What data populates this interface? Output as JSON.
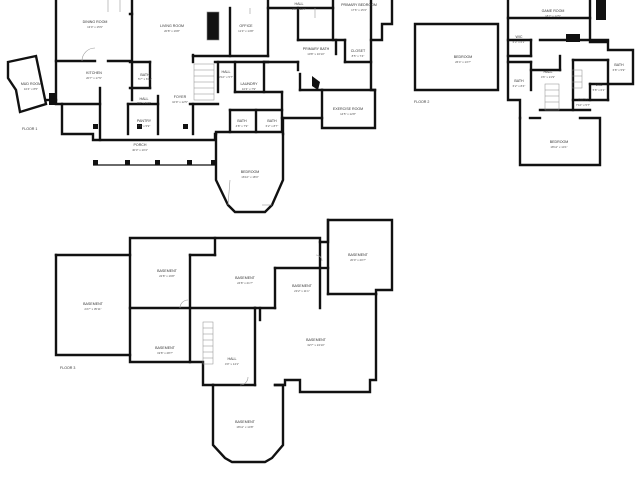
{
  "floor_labels": {
    "floor_1": "FLOOR 1",
    "floor_2": "FLOOR 2",
    "floor_3": "FLOOR 3"
  },
  "rooms": {
    "dining_room": {
      "name": "DINING ROOM",
      "dims": "13'0\" x 15'9\""
    },
    "living_room": {
      "name": "LIVING ROOM",
      "dims": "20'8\" x 19'8\""
    },
    "office": {
      "name": "OFFICE",
      "dims": "11'3\" x 14'8\""
    },
    "hall_f1_top": {
      "name": "HALL",
      "dims": "3'6\" x 12'4\""
    },
    "primary_bedroom": {
      "name": "PRIMARY BEDROOM",
      "dims": "17'6\" x 15'3\""
    },
    "kitchen": {
      "name": "KITCHEN",
      "dims": "20'7\" x 17'9\""
    },
    "bath_f1_a": {
      "name": "BATH",
      "dims": "5'7\" x 6'11\""
    },
    "closet": {
      "name": "CLOSET",
      "dims": "8'5\" x 7'4\""
    },
    "primary_bath": {
      "name": "PRIMARY BATH",
      "dims": "10'8\" x 16'10\""
    },
    "mud_room": {
      "name": "MUD ROOM",
      "dims": "10'4\" x 8'5\""
    },
    "hall_f1_b": {
      "name": "HALL",
      "dims": "3'3\" x 11'6\""
    },
    "foyer": {
      "name": "FOYER",
      "dims": "10'9\" x 12'5\""
    },
    "laundry": {
      "name": "LAUNDRY",
      "dims": "10'3\" x 7'9\""
    },
    "hall_f1_c": {
      "name": "HALL",
      "dims": "3'10\" x 5'7\""
    },
    "pantry": {
      "name": "PANTRY",
      "dims": "7'1\" x 5'9\""
    },
    "bath_f1_b": {
      "name": "BATH",
      "dims": "4'8\" x 7'9\""
    },
    "bath_f1_c": {
      "name": "BATH",
      "dims": "6'2\" x 8'7\""
    },
    "exercise_room": {
      "name": "EXERCISE ROOM",
      "dims": "14'5\" x 12'8\""
    },
    "porch": {
      "name": "PORCH",
      "dims": "40'3\" x 10'4\""
    },
    "bedroom_f1": {
      "name": "BEDROOM",
      "dims": "16'10\" x 18'0\""
    },
    "bedroom_f2_left": {
      "name": "BEDROOM",
      "dims": "26'4\" x 13'7\""
    },
    "game_room": {
      "name": "GAME ROOM",
      "dims": "18'7\" x 12'5\""
    },
    "wic": {
      "name": "WIC",
      "dims": "6'3\" x 6'1\""
    },
    "bath_f2_a": {
      "name": "BATH",
      "dims": "6'2\" x 8'4\""
    },
    "hall_f2": {
      "name": "HALL",
      "dims": "4'6\" x 21'9\""
    },
    "bath_f2_b": {
      "name": "BATH",
      "dims": "6'8\" x 5'9\""
    },
    "wic_f2_b": {
      "name": "WIC",
      "dims": "5'8\" x 6'1\""
    },
    "bath_f2_c": {
      "name": "BATH",
      "dims": "7'10\" x 5'7\""
    },
    "bedroom_f2_bottom": {
      "name": "BEDROOM",
      "dims": "18'11\" x 14'1\""
    },
    "basement_1": {
      "name": "BASEMENT",
      "dims": "22'8\" x 19'8\""
    },
    "basement_2": {
      "name": "BASEMENT",
      "dims": "24'8\" x 21'7\""
    },
    "basement_3": {
      "name": "BASEMENT",
      "dims": "20'0\" x 20'7\""
    },
    "basement_4": {
      "name": "BASEMENT",
      "dims": "23'2\" x 11'1\""
    },
    "basement_5": {
      "name": "BASEMENT",
      "dims": "24'7\" x 35'11\""
    },
    "basement_6": {
      "name": "BASEMENT",
      "dims": "19'8\" x 28'7\""
    },
    "basement_7": {
      "name": "BASEMENT",
      "dims": "32'7\" x 24'10\""
    },
    "basement_8": {
      "name": "BASEMENT",
      "dims": "18'11\" x 14'8\""
    },
    "hall_f3": {
      "name": "HALL",
      "dims": "4'0\" x 14'1\""
    }
  }
}
